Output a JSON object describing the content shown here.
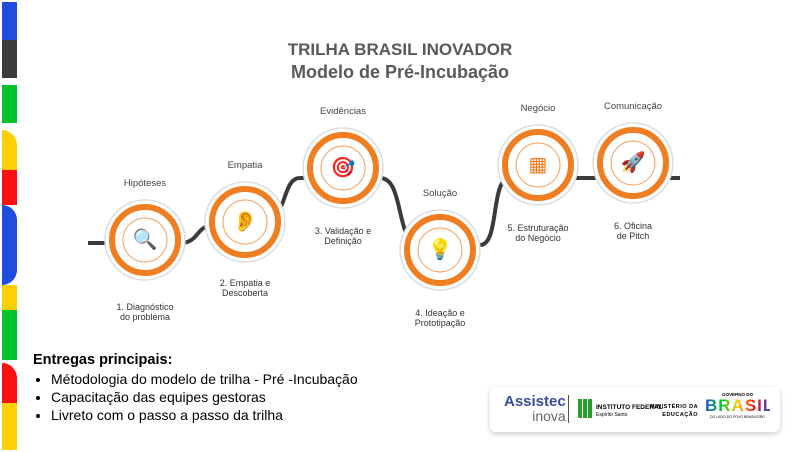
{
  "header": {
    "title": "TRILHA BRASIL INOVADOR",
    "subtitle": "Modelo de Pré-Incubação"
  },
  "steps": [
    {
      "category": "Hipóteses",
      "label_line1": "1. Diagnóstico",
      "label_line2": "do problema",
      "icon": "magnifier-chip-icon"
    },
    {
      "category": "Empatia",
      "label_line1": "2. Empatia e",
      "label_line2": "Descoberta",
      "icon": "ear-icon"
    },
    {
      "category": "Evidências",
      "label_line1": "3. Validação e",
      "label_line2": "Definição",
      "icon": "target-icon"
    },
    {
      "category": "Solução",
      "label_line1": "4. Ideação e",
      "label_line2": "Prototipação",
      "icon": "lightbulb-brain-icon"
    },
    {
      "category": "Negócio",
      "label_line1": "5. Estruturação",
      "label_line2": "do Negócio",
      "icon": "canvas-board-icon"
    },
    {
      "category": "Comunicação",
      "label_line1": "6. Oficina",
      "label_line2": "de Pitch",
      "icon": "rocket-icon"
    }
  ],
  "deliverables": {
    "heading": "Entregas principais:",
    "items": [
      "Métodologia do modelo de trilha - Pré -Incubação",
      "Capacitação das equipes gestoras",
      "Livreto com o passo a passo da trilha"
    ]
  },
  "logos": {
    "assistec_1": "Assistec",
    "assistec_2": "inova",
    "ifes_1": "INSTITUTO FEDERAL",
    "ifes_2": "Espírito Santo",
    "mec_1": "MINISTÉRIO DA",
    "mec_2": "EDUCAÇÃO",
    "gov_top": "GOVERNO DO",
    "gov_main": "BRASIL",
    "gov_bottom": "DO LADO DO POVO BRASILEIRO"
  },
  "colors": {
    "accent": "#ef7d22",
    "path": "#3a3a3a"
  }
}
